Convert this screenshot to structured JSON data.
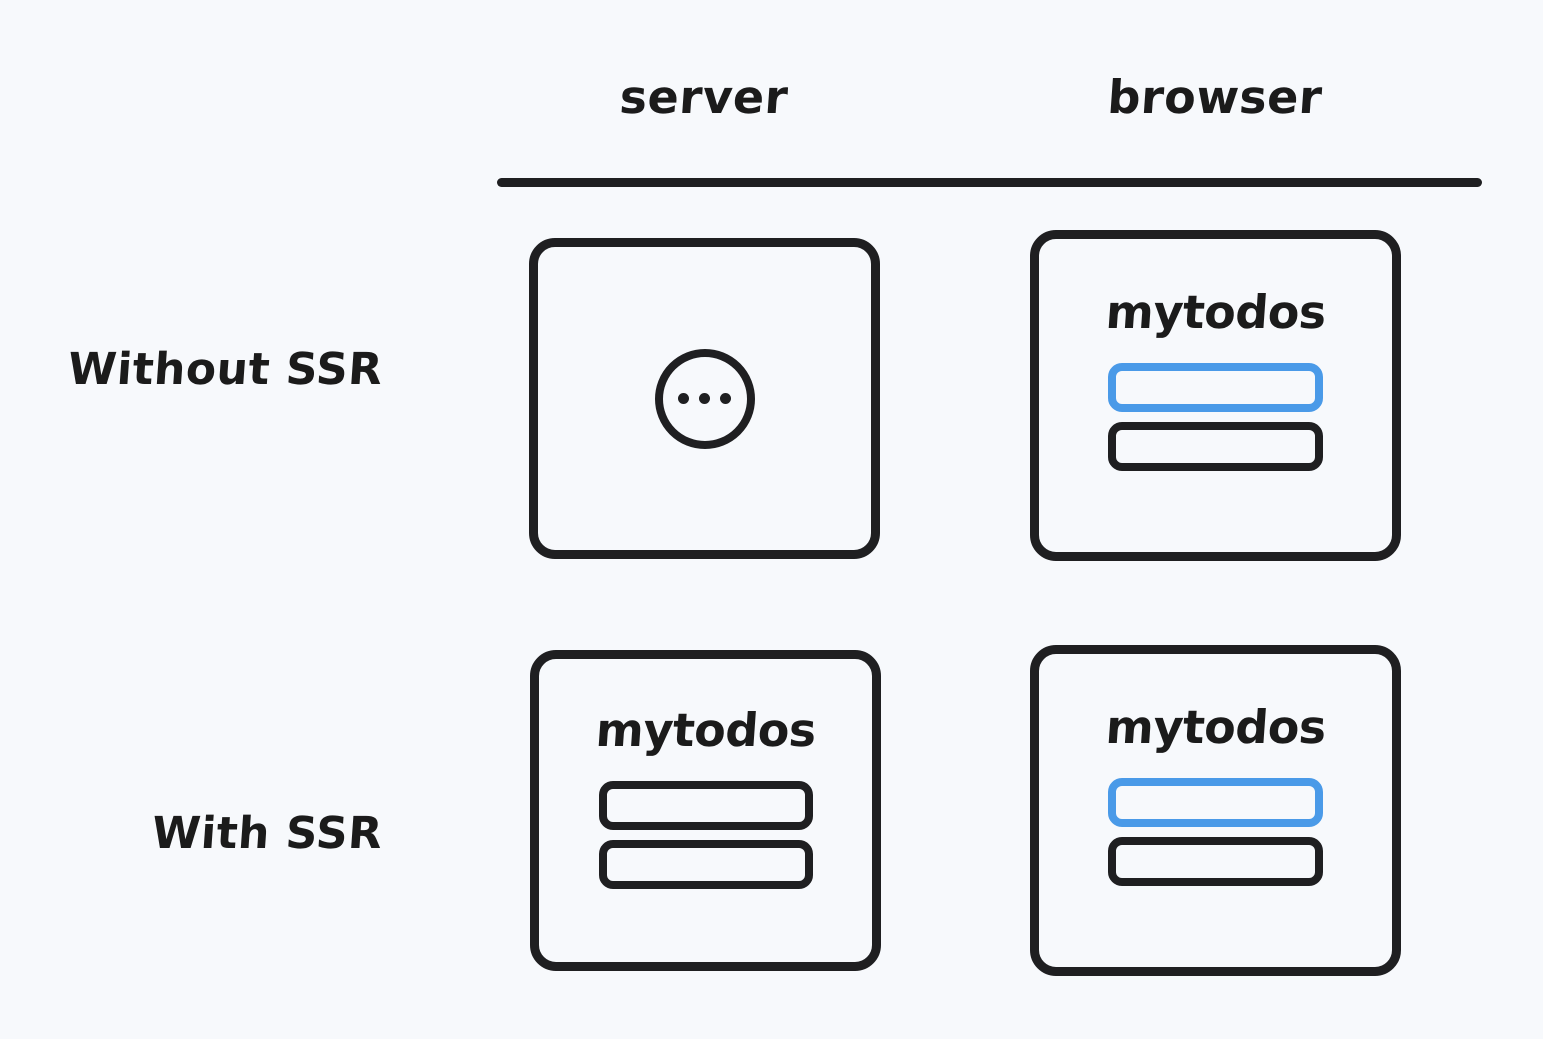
{
  "background_color": "#f7f9fc",
  "stroke_color": "#1f1f21",
  "accent_color": "#4a9ae8",
  "text_color": "#1b1b1b",
  "columns": [
    {
      "id": "server",
      "label": "server"
    },
    {
      "id": "browser",
      "label": "browser"
    }
  ],
  "rows": [
    {
      "id": "without-ssr",
      "label": "Without SSR"
    },
    {
      "id": "with-ssr",
      "label": "With SSR"
    }
  ],
  "cells": {
    "server_without_ssr": {
      "state": "loading",
      "icon": "loading-dots-icon",
      "dots": [
        "dot",
        "dot",
        "dot"
      ]
    },
    "browser_without_ssr": {
      "state": "rendered",
      "app_title": "mytodos",
      "todo_rows": [
        {
          "id": "row-1",
          "highlight": true
        },
        {
          "id": "row-2",
          "highlight": false
        }
      ]
    },
    "server_with_ssr": {
      "state": "rendered",
      "app_title": "mytodos",
      "todo_rows": [
        {
          "id": "row-1",
          "highlight": false
        },
        {
          "id": "row-2",
          "highlight": false
        }
      ]
    },
    "browser_with_ssr": {
      "state": "rendered",
      "app_title": "mytodos",
      "todo_rows": [
        {
          "id": "row-1",
          "highlight": true
        },
        {
          "id": "row-2",
          "highlight": false
        }
      ]
    }
  }
}
